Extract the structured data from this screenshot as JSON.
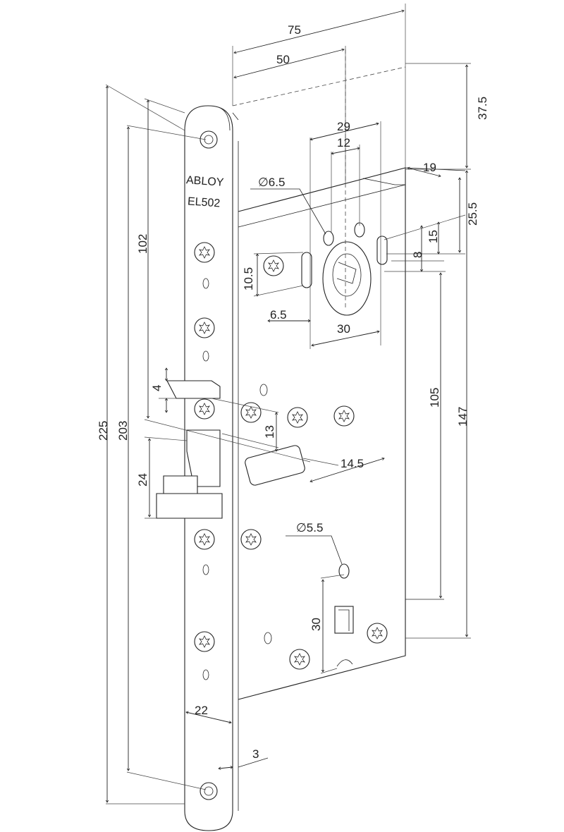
{
  "title": "ABLOY EL502 lock case dimension drawing",
  "logo": {
    "brand": "ABLOY",
    "model": "EL502"
  },
  "dimensions": {
    "overall_depth": "75",
    "backset": "50",
    "top_offset": "37.5",
    "hole_spacing_29": "29",
    "hole_spacing_12": "12",
    "body_thickness": "19",
    "hole_diameter_top": "∅6.5",
    "cyl_offset_25_5": "25.5",
    "cyl_offset_15": "15",
    "cyl_offset_8": "8",
    "slot_height": "10.5",
    "slot_width": "6.5",
    "cylinder_width": "30",
    "faceplate_upper": "102",
    "faceplate_length": "225",
    "screw_spacing": "203",
    "latch_gap": "4",
    "latch_offset": "13",
    "latch_projection": "14.5",
    "latch_height": "24",
    "follower_distance": "105",
    "case_height": "147",
    "hole_diameter_bottom": "∅5.5",
    "lower_spacing": "30",
    "faceplate_width": "22",
    "faceplate_thickness": "3"
  }
}
